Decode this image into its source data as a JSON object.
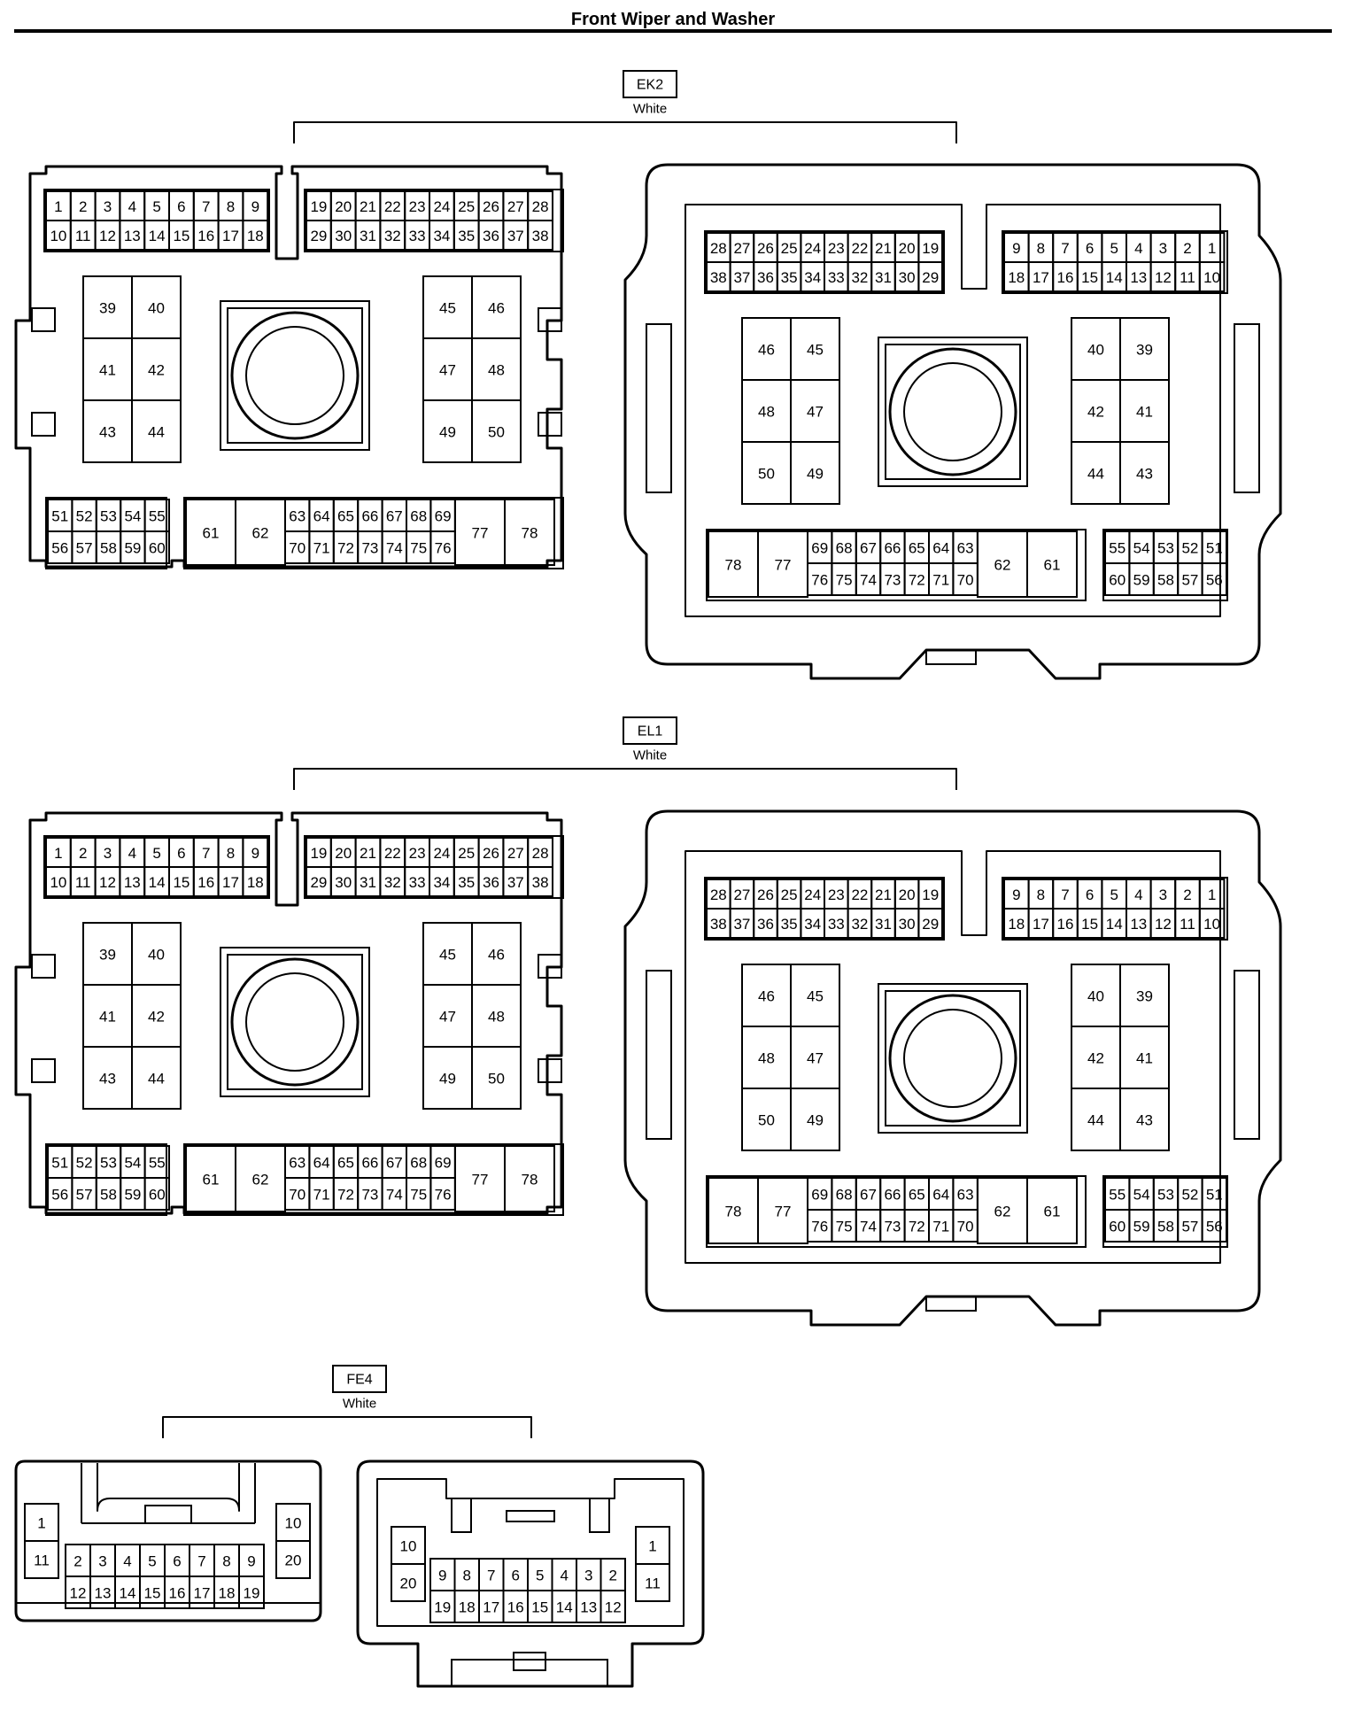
{
  "page": {
    "title": "Front Wiper and Washer"
  },
  "connectors": [
    {
      "id": "EK2",
      "color": "White",
      "female": {
        "topLeft": [
          [
            "1",
            "2",
            "3",
            "4",
            "5",
            "6",
            "7",
            "8",
            "9"
          ],
          [
            "10",
            "11",
            "12",
            "13",
            "14",
            "15",
            "16",
            "17",
            "18"
          ]
        ],
        "topRight": [
          [
            "19",
            "20",
            "21",
            "22",
            "23",
            "24",
            "25",
            "26",
            "27",
            "28"
          ],
          [
            "29",
            "30",
            "31",
            "32",
            "33",
            "34",
            "35",
            "36",
            "37",
            "38"
          ]
        ],
        "leftBlock": [
          [
            "39",
            "40"
          ],
          [
            "41",
            "42"
          ],
          [
            "43",
            "44"
          ]
        ],
        "rightBlock": [
          [
            "45",
            "46"
          ],
          [
            "47",
            "48"
          ],
          [
            "49",
            "50"
          ]
        ],
        "bottomLeft": [
          [
            "51",
            "52",
            "53",
            "54",
            "55"
          ],
          [
            "56",
            "57",
            "58",
            "59",
            "60"
          ]
        ],
        "bigLeft": [
          "61",
          "62"
        ],
        "bottomMid": [
          [
            "63",
            "64",
            "65",
            "66",
            "67",
            "68",
            "69"
          ],
          [
            "70",
            "71",
            "72",
            "73",
            "74",
            "75",
            "76"
          ]
        ],
        "bigRight": [
          "77",
          "78"
        ]
      },
      "male": {
        "topLeft": [
          [
            "28",
            "27",
            "26",
            "25",
            "24",
            "23",
            "22",
            "21",
            "20",
            "19"
          ],
          [
            "38",
            "37",
            "36",
            "35",
            "34",
            "33",
            "32",
            "31",
            "30",
            "29"
          ]
        ],
        "topRight": [
          [
            "9",
            "8",
            "7",
            "6",
            "5",
            "4",
            "3",
            "2",
            "1"
          ],
          [
            "18",
            "17",
            "16",
            "15",
            "14",
            "13",
            "12",
            "11",
            "10"
          ]
        ],
        "leftBlock": [
          [
            "46",
            "45"
          ],
          [
            "48",
            "47"
          ],
          [
            "50",
            "49"
          ]
        ],
        "rightBlock": [
          [
            "40",
            "39"
          ],
          [
            "42",
            "41"
          ],
          [
            "44",
            "43"
          ]
        ],
        "bigLeft": [
          "78",
          "77"
        ],
        "bottomMid": [
          [
            "69",
            "68",
            "67",
            "66",
            "65",
            "64",
            "63"
          ],
          [
            "76",
            "75",
            "74",
            "73",
            "72",
            "71",
            "70"
          ]
        ],
        "bigRight": [
          "62",
          "61"
        ],
        "bottomRight": [
          [
            "55",
            "54",
            "53",
            "52",
            "51"
          ],
          [
            "60",
            "59",
            "58",
            "57",
            "56"
          ]
        ]
      }
    },
    {
      "id": "EL1",
      "color": "White",
      "female": {
        "topLeft": [
          [
            "1",
            "2",
            "3",
            "4",
            "5",
            "6",
            "7",
            "8",
            "9"
          ],
          [
            "10",
            "11",
            "12",
            "13",
            "14",
            "15",
            "16",
            "17",
            "18"
          ]
        ],
        "topRight": [
          [
            "19",
            "20",
            "21",
            "22",
            "23",
            "24",
            "25",
            "26",
            "27",
            "28"
          ],
          [
            "29",
            "30",
            "31",
            "32",
            "33",
            "34",
            "35",
            "36",
            "37",
            "38"
          ]
        ],
        "leftBlock": [
          [
            "39",
            "40"
          ],
          [
            "41",
            "42"
          ],
          [
            "43",
            "44"
          ]
        ],
        "rightBlock": [
          [
            "45",
            "46"
          ],
          [
            "47",
            "48"
          ],
          [
            "49",
            "50"
          ]
        ],
        "bottomLeft": [
          [
            "51",
            "52",
            "53",
            "54",
            "55"
          ],
          [
            "56",
            "57",
            "58",
            "59",
            "60"
          ]
        ],
        "bigLeft": [
          "61",
          "62"
        ],
        "bottomMid": [
          [
            "63",
            "64",
            "65",
            "66",
            "67",
            "68",
            "69"
          ],
          [
            "70",
            "71",
            "72",
            "73",
            "74",
            "75",
            "76"
          ]
        ],
        "bigRight": [
          "77",
          "78"
        ]
      },
      "male": {
        "topLeft": [
          [
            "28",
            "27",
            "26",
            "25",
            "24",
            "23",
            "22",
            "21",
            "20",
            "19"
          ],
          [
            "38",
            "37",
            "36",
            "35",
            "34",
            "33",
            "32",
            "31",
            "30",
            "29"
          ]
        ],
        "topRight": [
          [
            "9",
            "8",
            "7",
            "6",
            "5",
            "4",
            "3",
            "2",
            "1"
          ],
          [
            "18",
            "17",
            "16",
            "15",
            "14",
            "13",
            "12",
            "11",
            "10"
          ]
        ],
        "leftBlock": [
          [
            "46",
            "45"
          ],
          [
            "48",
            "47"
          ],
          [
            "50",
            "49"
          ]
        ],
        "rightBlock": [
          [
            "40",
            "39"
          ],
          [
            "42",
            "41"
          ],
          [
            "44",
            "43"
          ]
        ],
        "bigLeft": [
          "78",
          "77"
        ],
        "bottomMid": [
          [
            "69",
            "68",
            "67",
            "66",
            "65",
            "64",
            "63"
          ],
          [
            "76",
            "75",
            "74",
            "73",
            "72",
            "71",
            "70"
          ]
        ],
        "bigRight": [
          "62",
          "61"
        ],
        "bottomRight": [
          [
            "55",
            "54",
            "53",
            "52",
            "51"
          ],
          [
            "60",
            "59",
            "58",
            "57",
            "56"
          ]
        ]
      }
    },
    {
      "id": "FE4",
      "color": "White",
      "female": {
        "leftTop": "1",
        "leftBottom": "11",
        "middle": [
          [
            "2",
            "3",
            "4",
            "5",
            "6",
            "7",
            "8",
            "9"
          ],
          [
            "12",
            "13",
            "14",
            "15",
            "16",
            "17",
            "18",
            "19"
          ]
        ],
        "rightTop": "10",
        "rightBottom": "20"
      },
      "male": {
        "leftTop": "10",
        "leftBottom": "20",
        "middle": [
          [
            "9",
            "8",
            "7",
            "6",
            "5",
            "4",
            "3",
            "2"
          ],
          [
            "19",
            "18",
            "17",
            "16",
            "15",
            "14",
            "13",
            "12"
          ]
        ],
        "rightTop": "1",
        "rightBottom": "11"
      }
    }
  ]
}
